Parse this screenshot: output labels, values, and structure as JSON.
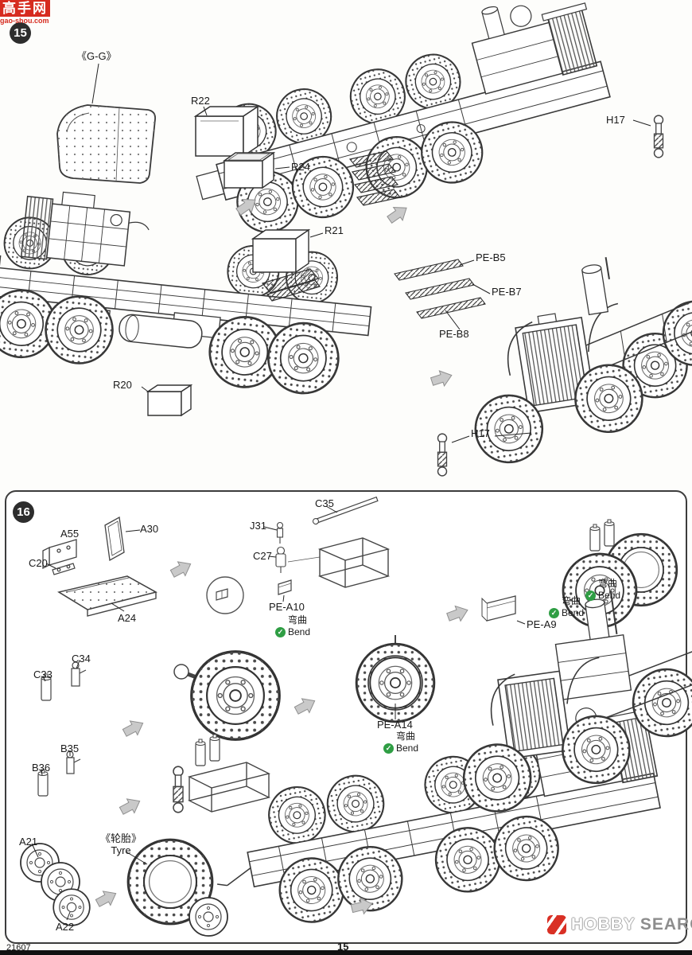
{
  "watermark": {
    "title": "高手网",
    "domain": "gao-shou.com"
  },
  "icons": {
    "check": "✓"
  },
  "step15": {
    "badge": "15",
    "labels": {
      "gg": "《G-G》",
      "r22": "R22",
      "r24": "R24",
      "r21": "R21",
      "r20": "R20",
      "h17_top": "H17",
      "h17_bottom": "H17",
      "pe_b5": "PE-B5",
      "pe_b7": "PE-B7",
      "pe_b8": "PE-B8"
    }
  },
  "step16": {
    "badge": "16",
    "labels": {
      "a55": "A55",
      "a30": "A30",
      "c20": "C20",
      "a24": "A24",
      "c35": "C35",
      "j31": "J31",
      "c27": "C27",
      "pe_a10": "PE-A10",
      "pe_a9": "PE-A9",
      "pe_a14": "PE-A14",
      "c33": "C33",
      "c34": "C34",
      "b35": "B35",
      "b36": "B36",
      "a21": "A21",
      "a22": "A22",
      "tyre_cn": "《轮胎》",
      "tyre_en": "Tyre",
      "bend_cn": "弯曲",
      "bend_en": "Bend"
    }
  },
  "footer": {
    "kit_number": "21607",
    "page_number": "15"
  },
  "brand": {
    "word1": "HOBBY",
    "word2": "SEARCH"
  }
}
